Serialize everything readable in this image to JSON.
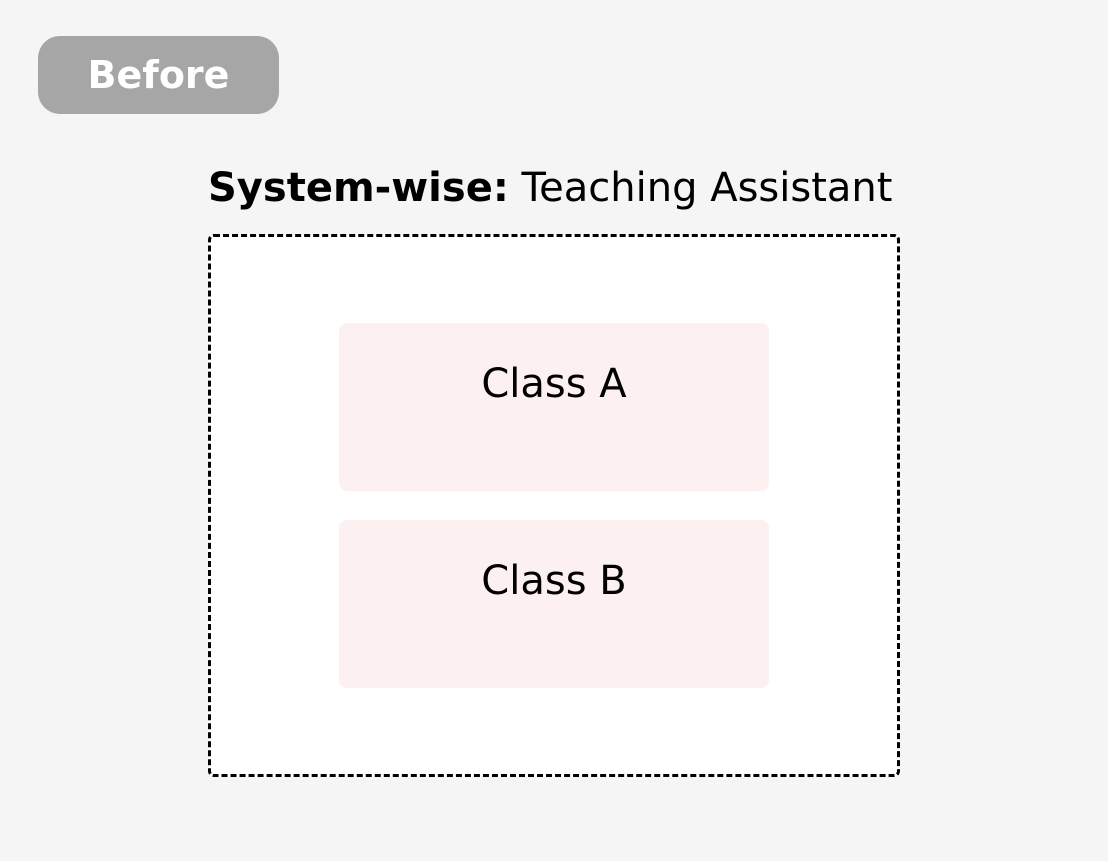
{
  "badge": {
    "label": "Before"
  },
  "title": {
    "label": "System-wise:",
    "value": "Teaching Assistant"
  },
  "classes": [
    {
      "label": "Class A"
    },
    {
      "label": "Class B"
    }
  ],
  "colors": {
    "background": "#f5f5f5",
    "badge_bg": "#a6a6a6",
    "badge_text": "#ffffff",
    "frame_bg": "#ffffff",
    "frame_border": "#000000",
    "class_bg": "#fdf0f0",
    "text": "#000000"
  }
}
